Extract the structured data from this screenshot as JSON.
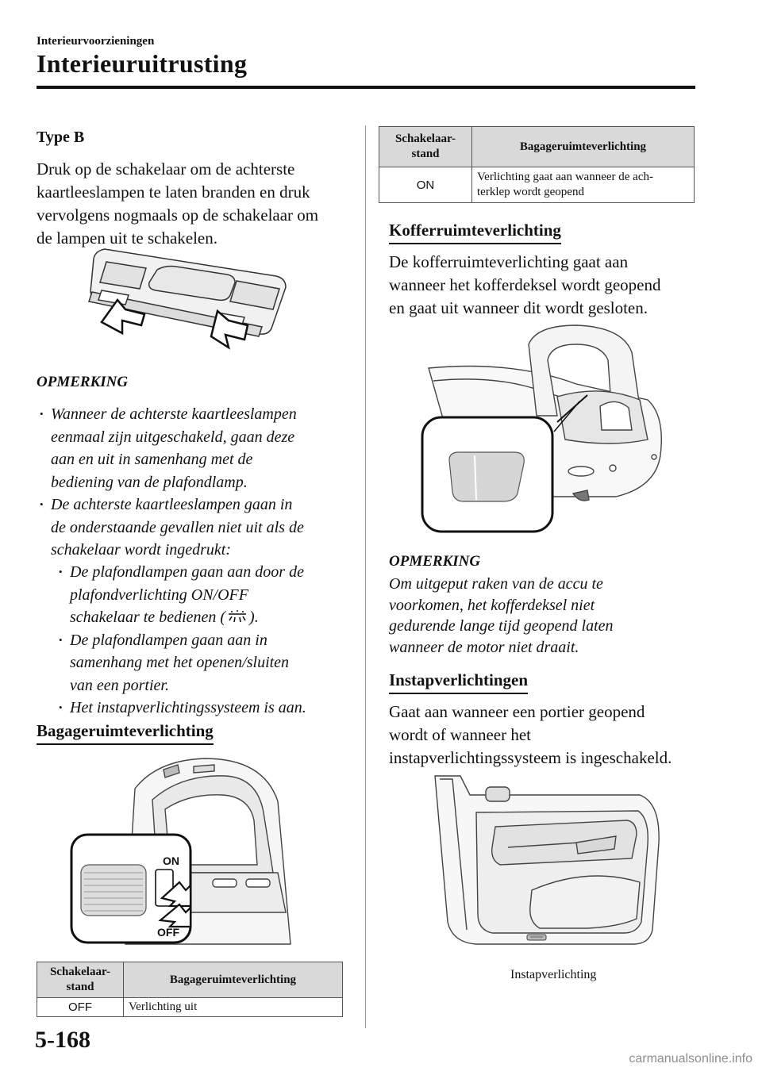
{
  "header": {
    "section_small": "Interieurvoorzieningen",
    "section_title": "Interieuruitrusting"
  },
  "left": {
    "type_b_heading": "Type B",
    "intro_lines": [
      "Druk op de schakelaar om de achterste",
      "kaartleeslampen te laten branden en druk",
      "vervolgens nogmaals op de schakelaar om",
      "de lampen uit te schakelen."
    ],
    "note_heading": "OPMERKING",
    "note_bullets": [
      [
        "Wanneer de achterste kaartleeslampen",
        "eenmaal zijn uitgeschakeld, gaan deze",
        "aan en uit in samenhang met de",
        "bediening van de plafondlamp."
      ],
      [
        "De achterste kaartleeslampen gaan in",
        "de onderstaande gevallen niet uit als de",
        "schakelaar wordt ingedrukt:"
      ]
    ],
    "sub_bullets": [
      [
        "De plafondlampen gaan aan door de",
        "plafondverlichting ON/OFF",
        "schakelaar te bedienen (",
        ")."
      ],
      [
        "De plafondlampen gaan aan in",
        "samenhang met het openen/sluiten",
        "van een portier."
      ],
      [
        "Het instapverlichtingssysteem is aan."
      ]
    ],
    "bagage_heading": "Bagageruimteverlichting",
    "figure_labels": {
      "on": "ON",
      "off": "OFF"
    },
    "table": {
      "col1": [
        "Schakelaar-",
        "stand"
      ],
      "col2": "Bagageruimteverlichting",
      "rows": [
        {
          "stand": "OFF",
          "desc": "Verlichting uit"
        }
      ]
    }
  },
  "right": {
    "table": {
      "col1": [
        "Schakelaar-",
        "stand"
      ],
      "col2": "Bagageruimteverlichting",
      "rows": [
        {
          "stand": "ON",
          "desc": [
            "Verlichting gaat aan wanneer de ach-",
            "terklep wordt geopend"
          ]
        }
      ]
    },
    "koffer_heading": "Kofferruimteverlichting",
    "koffer_lines": [
      "De kofferruimteverlichting gaat aan",
      "wanneer het kofferdeksel wordt geopend",
      "en gaat uit wanneer dit wordt gesloten."
    ],
    "note_heading": "OPMERKING",
    "note_lines": [
      "Om uitgeput raken van de accu te",
      "voorkomen, het kofferdeksel niet",
      "gedurende lange tijd geopend laten",
      "wanneer de motor niet draait."
    ],
    "instap_heading": "Instapverlichtingen",
    "instap_lines": [
      "Gaat aan wanneer een portier geopend",
      "wordt of wanneer het",
      "instapverlichtingssysteem is ingeschakeld."
    ],
    "instap_caption": "Instapverlichting"
  },
  "footer": {
    "page_number": "5-168",
    "watermark": "carmanualsonline.info"
  }
}
